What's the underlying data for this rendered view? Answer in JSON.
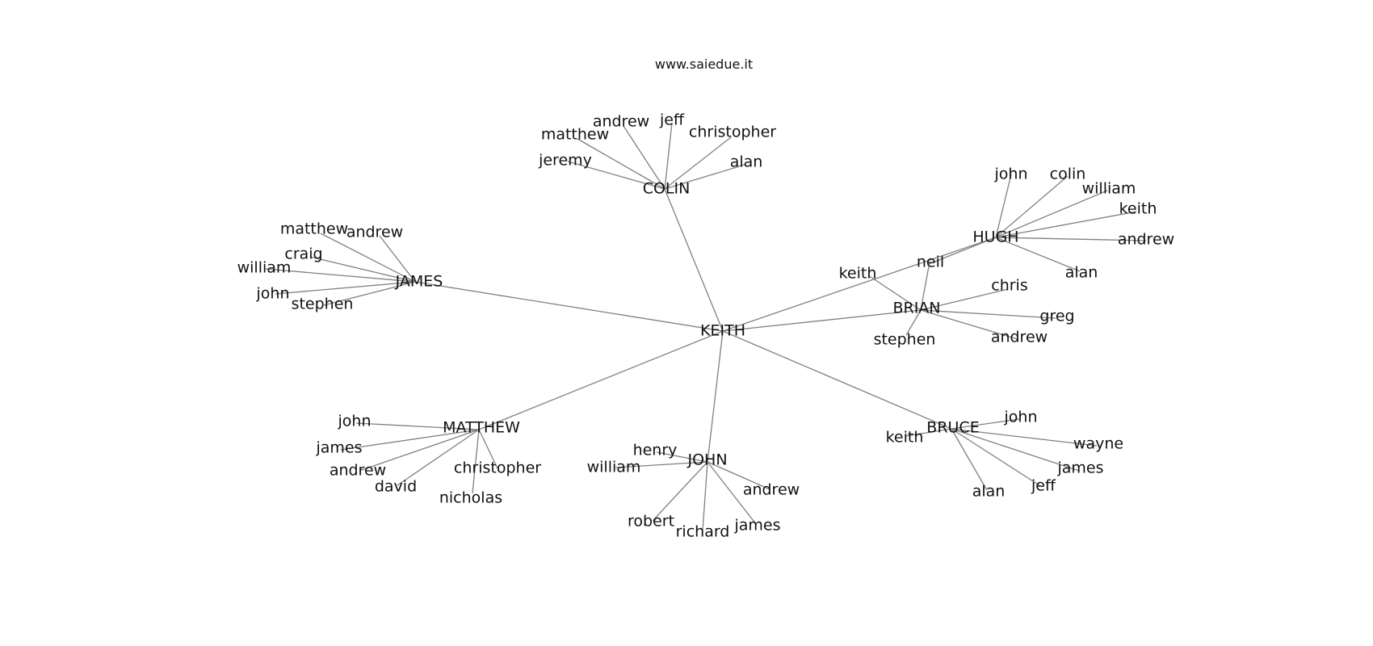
{
  "site": "www.saiedue.it",
  "graph": {
    "root": "KEITH",
    "hubs": [
      "COLIN",
      "JAMES",
      "HUGH",
      "BRIAN",
      "MATTHEW",
      "JOHN",
      "BRUCE"
    ],
    "groups": [
      {
        "hub": "COLIN",
        "leaves": [
          "matthew",
          "andrew",
          "jeff",
          "christopher",
          "jeremy",
          "alan"
        ]
      },
      {
        "hub": "JAMES",
        "leaves": [
          "matthew",
          "andrew",
          "craig",
          "william",
          "john",
          "stephen"
        ]
      },
      {
        "hub": "HUGH",
        "leaves": [
          "john",
          "colin",
          "william",
          "keith",
          "andrew",
          "alan",
          "neil"
        ]
      },
      {
        "hub": "BRIAN",
        "leaves": [
          "keith",
          "neil",
          "chris",
          "greg",
          "andrew",
          "stephen"
        ]
      },
      {
        "hub": "MATTHEW",
        "leaves": [
          "john",
          "james",
          "andrew",
          "david",
          "christopher",
          "nicholas"
        ]
      },
      {
        "hub": "JOHN",
        "leaves": [
          "henry",
          "william",
          "andrew",
          "robert",
          "richard",
          "james"
        ]
      },
      {
        "hub": "BRUCE",
        "leaves": [
          "john",
          "keith",
          "wayne",
          "james",
          "jeff",
          "alan"
        ]
      }
    ]
  }
}
